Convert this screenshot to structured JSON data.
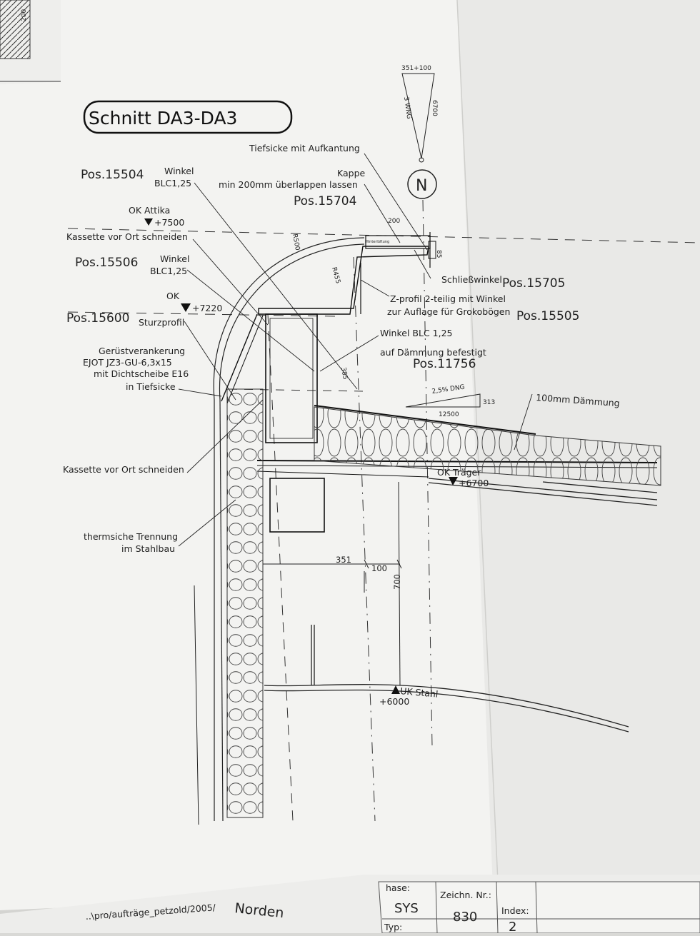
{
  "drawing": {
    "title": "Schnitt DA3-DA3",
    "north_arrow": {
      "letter": "N",
      "value_top": "351+100",
      "value_right": "6700",
      "angle_label": "3 WNG"
    },
    "labels": {
      "tiefsicke": "Tiefsicke mit Aufkantung",
      "kappe_1": "Kappe",
      "kappe_2": "min 200mm überlappen lassen",
      "pos_15704": "Pos.15704",
      "pos_15504": "Pos.15504",
      "winkel_1a": "Winkel",
      "winkel_1b": "BLC1,25",
      "ok_attika": "OK Attika",
      "level_7500": "+7500",
      "kassette_top": "Kassette vor Ort schneiden",
      "pos_15506": "Pos.15506",
      "winkel_2a": "Winkel",
      "winkel_2b": "BLC1,25",
      "ok": "OK",
      "level_7220": "+7220",
      "pos_15600": "Pos.15600",
      "sturzprofil": "Sturzprofil",
      "geruest_1": "Gerüstverankerung",
      "geruest_2": "EJOT JZ3-GU-6,3x15",
      "geruest_3": "mit Dichtscheibe E16",
      "geruest_4": "in Tiefsicke",
      "kassette_bottom": "Kassette vor Ort schneiden",
      "thermisch_1": "thermsiche Trennung",
      "thermisch_2": "im Stahlbau",
      "schliesswinkel": "Schließwinkel",
      "pos_15705": "Pos.15705",
      "zprofil_1": "Z-profil 2-teilig mit Winkel",
      "zprofil_2": "zur Auflage für Grokobögen",
      "pos_15505": "Pos.15505",
      "winkel_blc_1": "Winkel BLC 1,25",
      "winkel_blc_2": "auf Dämmung befestigt",
      "pos_11756": "Pos.11756",
      "slope": "2,5% DNG",
      "slope_h": "313",
      "slope_w": "12500",
      "daemmung": "100mm Dämmung",
      "ok_traeger": "OK Träger",
      "level_6700": "+6700",
      "uk_stahl": "UK Stahl",
      "level_6000": "+6000",
      "dim_351": "351",
      "dim_100": "100",
      "dim_700": "700",
      "dim_200": "200",
      "dim_85": "85",
      "dim_385": "385",
      "dim_r455": "R455",
      "dim_r500": "R500",
      "dim_200_corner": "200",
      "hinterlueftung": "Hinterlüftung"
    },
    "title_block": {
      "path": "..\\pro/aufträge_petzold/2005/",
      "location": "Norden",
      "phase_label": "hase:",
      "phase_value": "SYS",
      "zeichn_label": "Zeichn. Nr.:",
      "zeichn_value": "830",
      "index_label": "Index:",
      "index_value": "2",
      "typ_label": "Typ:"
    }
  }
}
